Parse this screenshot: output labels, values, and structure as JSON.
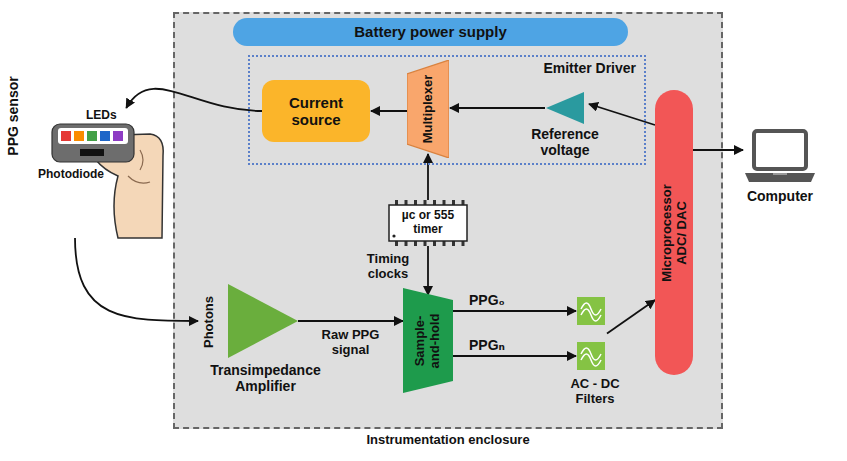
{
  "diagram": {
    "nodes": [
      {
        "text": [
          "Instrumentation enclosure"
        ]
      },
      {
        "text": [
          "Battery power supply"
        ],
        "in": 0
      },
      {
        "text": [
          "Emitter Driver"
        ],
        "in": 0
      },
      {
        "text": [
          "Current source"
        ],
        "in": 2
      },
      {
        "text": [
          "Multiplexer"
        ],
        "in": 2
      },
      {
        "text": [
          "Reference voltage"
        ],
        "in": 2
      },
      {
        "text": [
          "µc or 555 timer"
        ],
        "in": 0
      },
      {
        "text": [
          "Transimpedance Amplifier"
        ],
        "in": 0
      },
      {
        "text": [
          "Sample-and-hold"
        ],
        "in": 0
      },
      {
        "text": [
          "AC - DC Filters"
        ],
        "in": 0
      },
      {
        "text": [
          "Microprocessor ADC/ DAC"
        ],
        "in": 0
      },
      {
        "text": [
          "PPG sensor"
        ]
      },
      {
        "text": [
          "Computer"
        ]
      }
    ],
    "edges": [
      {
        "from": 5,
        "to": 4,
        "arrow": "to"
      },
      {
        "from": 4,
        "to": 3,
        "arrow": "to"
      },
      {
        "from": 10,
        "to": 5,
        "arrow": "to"
      },
      {
        "from": 6,
        "to": 4,
        "arrow": "to"
      },
      {
        "from": 6,
        "to": 8,
        "label": "Timing clocks",
        "arrow": "to"
      },
      {
        "from": 3,
        "to": 11,
        "arrow": "to"
      },
      {
        "from": 11,
        "to": 7,
        "arrow": "to"
      },
      {
        "from": 7,
        "to": 8,
        "label": "Raw PPG signal",
        "arrow": "to"
      },
      {
        "from": 8,
        "to": 9,
        "label": "PPG₀",
        "arrow": "to"
      },
      {
        "from": 8,
        "to": 9,
        "label": "PPGₙ",
        "arrow": "to"
      },
      {
        "from": 9,
        "to": 10,
        "arrow": "to"
      },
      {
        "from": 10,
        "to": 12,
        "arrow": "to"
      }
    ],
    "labels": [
      "Photons",
      "LEDs",
      "Photodiode"
    ]
  }
}
